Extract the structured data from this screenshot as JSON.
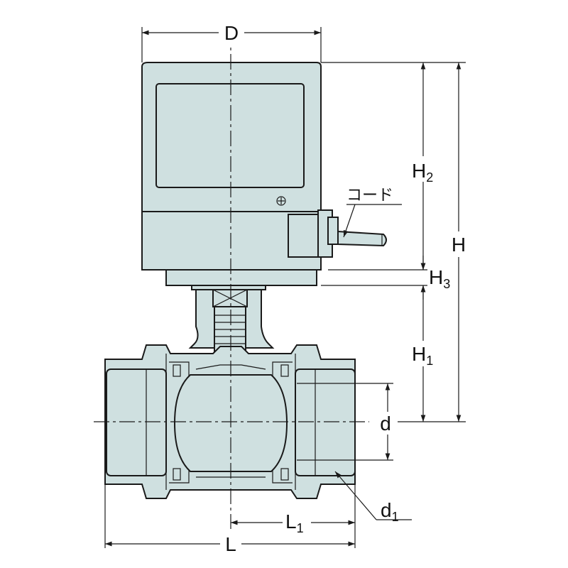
{
  "colors": {
    "body_fill": "#cfe0e0",
    "line": "#1a1a1a",
    "background": "#ffffff"
  },
  "labels": {
    "D": "D",
    "H": "H",
    "H2": "H",
    "H2_sub": "2",
    "H3": "H",
    "H3_sub": "3",
    "H1": "H",
    "H1_sub": "1",
    "d": "d",
    "d1": "d",
    "d1_sub": "1",
    "L": "L",
    "L1": "L",
    "L1_sub": "1",
    "cord": "コード"
  }
}
